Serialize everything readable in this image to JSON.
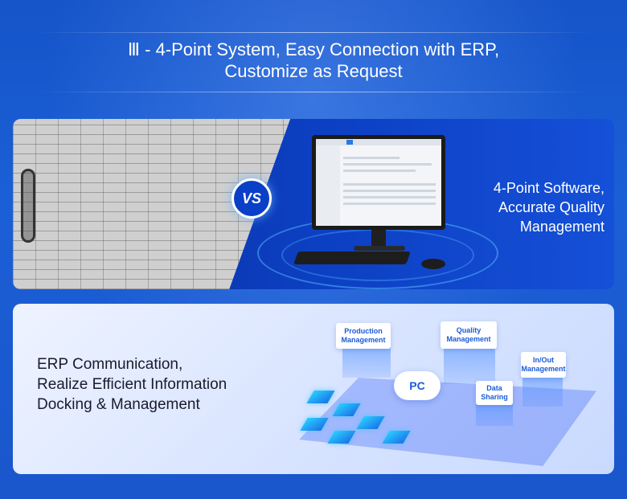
{
  "title": {
    "line1": "Ⅲ - 4-Point System, Easy Connection with ERP,",
    "line2": "Customize as Request"
  },
  "comparison": {
    "vs_label": "VS",
    "right_text": {
      "line1": "4-Point Software,",
      "line2": "Accurate Quality",
      "line3": "Management"
    }
  },
  "erp": {
    "text": {
      "line1": "ERP Communication,",
      "line2": "Realize Efficient Information",
      "line3": "Docking & Management"
    },
    "nodes": {
      "production_line1": "Production",
      "production_line2": "Management",
      "quality_line1": "Quality",
      "quality_line2": "Management",
      "inout_line1": "In/Out",
      "inout_line2": "Management",
      "data_line1": "Data",
      "data_line2": "Sharing",
      "pc": "PC"
    }
  },
  "colors": {
    "background": "#1554c9",
    "accent": "#1a5bd8"
  }
}
